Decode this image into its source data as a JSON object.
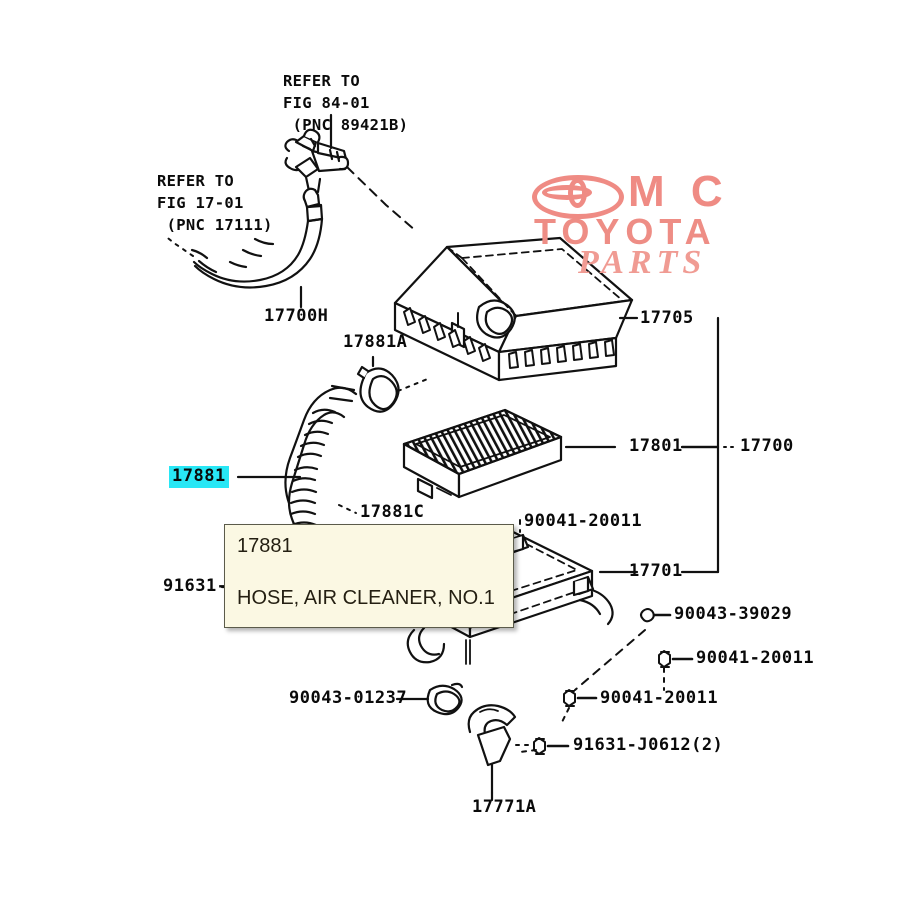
{
  "diagram": {
    "title": "Toyota air cleaner assembly exploded parts diagram",
    "watermark": {
      "brand_top": "M C",
      "brand_mid": "TOYOTA",
      "brand_bottom": "PARTS",
      "color": "#ef8b84"
    },
    "refer_blocks": [
      {
        "id": "refer-fig-84-01",
        "line1": "REFER TO",
        "line2": "FIG 84-01",
        "line3": " (PNC 89421B)"
      },
      {
        "id": "refer-fig-17-01",
        "line1": "REFER TO",
        "line2": "FIG 17-01",
        "line3": " (PNC 17111)"
      }
    ],
    "labels": [
      {
        "id": "label-17700h",
        "text": "17700H"
      },
      {
        "id": "label-17881a",
        "text": "17881A"
      },
      {
        "id": "label-17881",
        "text": "17881",
        "highlight": true
      },
      {
        "id": "label-17881c",
        "text": "17881C"
      },
      {
        "id": "label-17705",
        "text": "17705"
      },
      {
        "id": "label-17801",
        "text": "17801"
      },
      {
        "id": "label-17700",
        "text": "17700"
      },
      {
        "id": "label-17701",
        "text": "17701"
      },
      {
        "id": "label-90041-20011-a",
        "text": "90041-20011"
      },
      {
        "id": "label-90043-39029",
        "text": "90043-39029"
      },
      {
        "id": "label-90041-20011-b",
        "text": "90041-20011"
      },
      {
        "id": "label-90041-20011-c",
        "text": "90041-20011"
      },
      {
        "id": "label-91631-left",
        "text": "91631-"
      },
      {
        "id": "label-90043-01237",
        "text": "90043-01237"
      },
      {
        "id": "label-91631-j0612",
        "text": "91631-J0612(2)"
      },
      {
        "id": "label-17771a",
        "text": "17771A"
      }
    ]
  },
  "tooltip": {
    "part_number": "17881",
    "description": "HOSE, AIR CLEANER, NO.1",
    "background": "#fbf8e3",
    "border": "#5b5b4a"
  }
}
